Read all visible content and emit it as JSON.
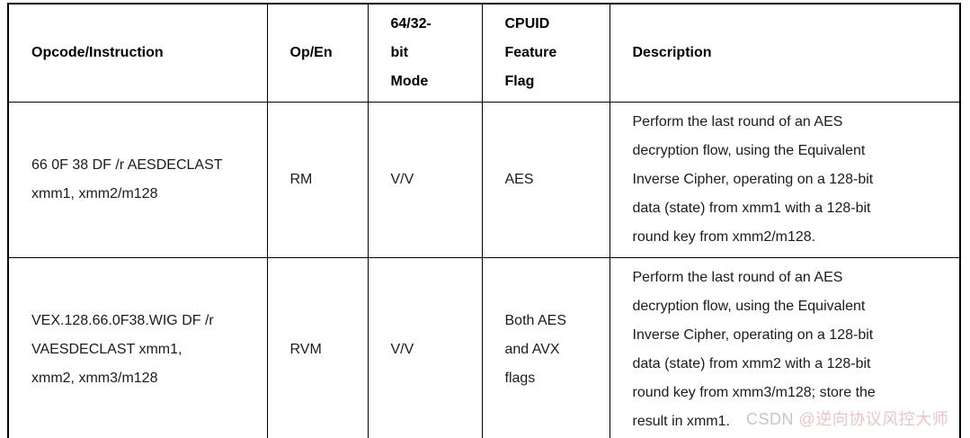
{
  "table": {
    "headers": {
      "opcode": "Opcode/Instruction",
      "op_en": "Op/En",
      "mode": "64/32-\nbit\nMode",
      "cpuid": "CPUID\nFeature\nFlag",
      "description": "Description"
    },
    "rows": [
      {
        "opcode": "66 0F 38 DF /r AESDECLAST\nxmm1, xmm2/m128",
        "op_en": "RM",
        "mode": "V/V",
        "cpuid": "AES",
        "description": "Perform the last round of an AES\ndecryption flow, using the Equivalent\nInverse Cipher, operating on a 128-bit\ndata (state) from xmm1 with a 128-bit\nround key from xmm2/m128."
      },
      {
        "opcode": "VEX.128.66.0F38.WIG DF /r\nVAESDECLAST xmm1,\nxmm2, xmm3/m128",
        "op_en": "RVM",
        "mode": "V/V",
        "cpuid": "Both AES\nand AVX\nflags",
        "description": "Perform the last round of an AES\ndecryption flow, using the Equivalent\nInverse Cipher, operating on a 128-bit\ndata (state) from xmm2 with a 128-bit\nround key from xmm3/m128; store the\nresult in xmm1."
      }
    ]
  },
  "watermark": {
    "brand": "CSDN ",
    "handle": "@逆向协议风控大师",
    "brand_color": "#bfc7cf",
    "handle_color": "#e9c5c5"
  },
  "colors": {
    "table_border": "#000000",
    "header_text": "#000000",
    "body_text": "#1b1b1b",
    "background": "#ffffff"
  }
}
